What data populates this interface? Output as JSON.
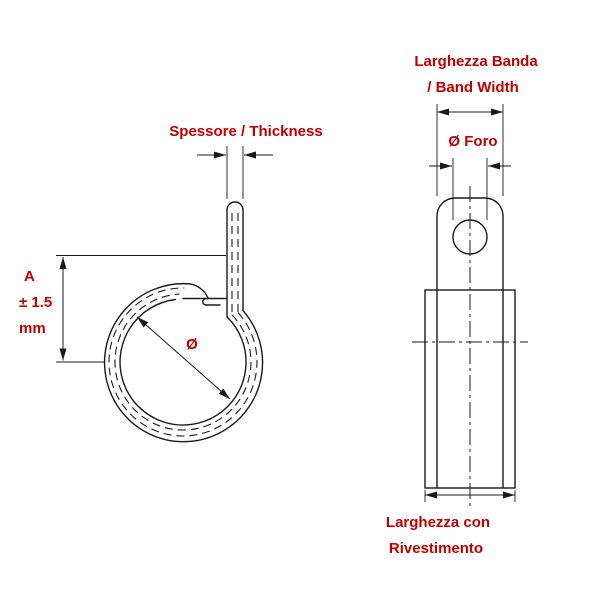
{
  "labels": {
    "thickness": "Spessore / Thickness",
    "band_width_line1": "Larghezza Banda",
    "band_width_line2": "/ Band Width",
    "hole_diameter": "Ø Foro",
    "height_tolerance_line1": "A",
    "height_tolerance_line2": "± 1.5",
    "height_tolerance_line3": "mm",
    "inner_diameter_symbol": "Ø",
    "coated_width_line1": "Larghezza con",
    "coated_width_line2": "Rivestimento"
  },
  "colors": {
    "label_red": "#c00000",
    "line_black": "#1a1a1a",
    "background": "#ffffff"
  }
}
